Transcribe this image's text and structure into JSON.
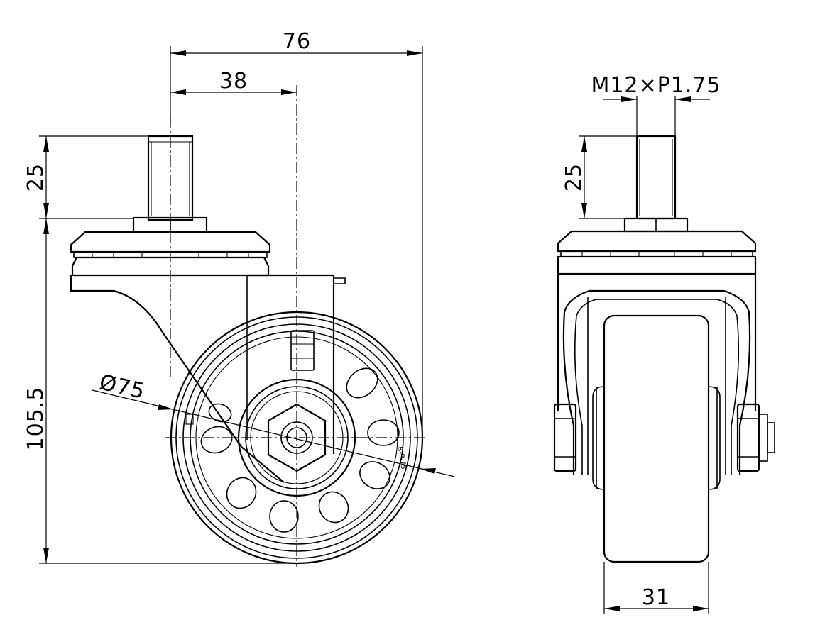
{
  "dimensions": {
    "overall_width": "76",
    "offset": "38",
    "stem_length_side": "25",
    "total_height": "105.5",
    "wheel_diameter": "Ø75",
    "thread": "M12×P1.75",
    "stem_length_front": "25",
    "wheel_width": "31"
  },
  "wheel_marking": "B-P-75"
}
